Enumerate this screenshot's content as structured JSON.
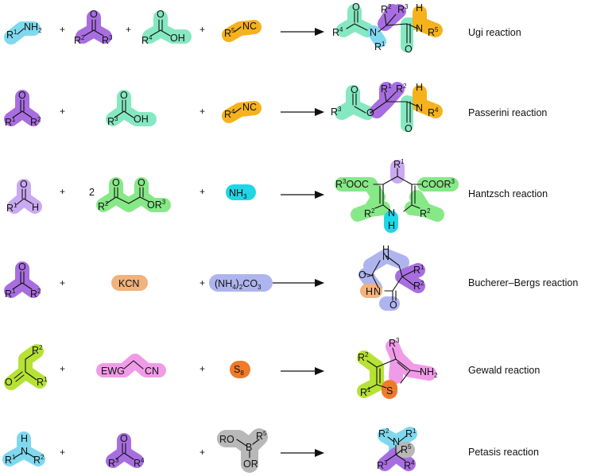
{
  "colors": {
    "cyan": "#7fd8ee",
    "purple": "#a86ee0",
    "lilac": "#c9a9f0",
    "mint": "#86e8c2",
    "orange": "#f5b21d",
    "green": "#86e886",
    "aqua": "#1fd6e6",
    "periwinkle": "#aeb5ee",
    "peach": "#f2b27c",
    "lime": "#b6e234",
    "pink": "#f09be8",
    "deeporange": "#f07a2a",
    "gray": "#b8b8b8"
  },
  "reactions": [
    {
      "name": "Ugi reaction"
    },
    {
      "name": "Passerini reaction"
    },
    {
      "name": "Hantzsch reaction"
    },
    {
      "name": "Bucherer–Bergs reaction"
    },
    {
      "name": "Gewald reaction"
    },
    {
      "name": "Petasis reaction"
    }
  ],
  "labels": {
    "plus": "+",
    "two": "2",
    "r": "R",
    "s1": "1",
    "s2": "2",
    "s3": "3",
    "s4": "4",
    "s5": "5",
    "s8": "8",
    "nh2": "NH",
    "nh3": "NH",
    "nc": "NC",
    "o": "O",
    "oh": "OH",
    "h": "H",
    "n": "N",
    "s": "S",
    "b": "B",
    "ro": "RO",
    "or": "OR",
    "kcn": "KCN",
    "ooc": "OOC",
    "coo": "COOR",
    "nh4": "(NH",
    "co3": ")",
    "co3b": "CO",
    "ewg": "EWG",
    "cn": "CN"
  }
}
